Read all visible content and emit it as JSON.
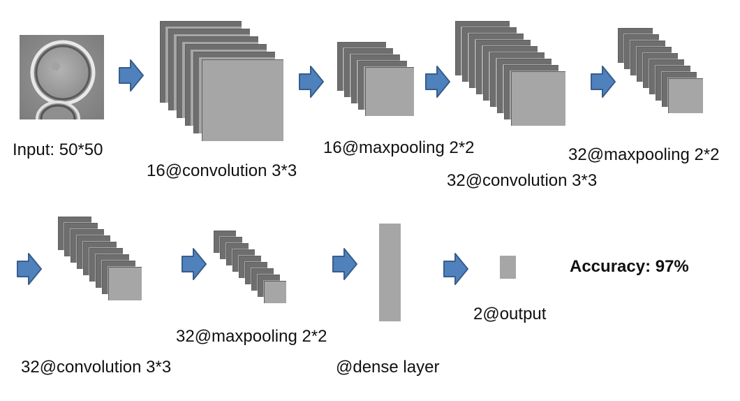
{
  "labels": {
    "input": "Input: 50*50",
    "conv1": "16@convolution 3*3",
    "pool1": "16@maxpooling 2*2",
    "conv2": "32@convolution 3*3",
    "pool2": "32@maxpooling 2*2",
    "conv3": "32@convolution 3*3",
    "pool3": "32@maxpooling 2*2",
    "dense": "@dense layer",
    "output": "2@output",
    "accuracy": "Accuracy: 97%"
  },
  "colors": {
    "layer_face": "#a6a6a6",
    "layer_edge": "#6e6e6e",
    "arrow_fill": "#4f81bd",
    "arrow_stroke": "#385d8a",
    "text": "#111111"
  },
  "icons": {
    "arrow": "right-block-arrow",
    "input": "cell-microscopy-image"
  }
}
